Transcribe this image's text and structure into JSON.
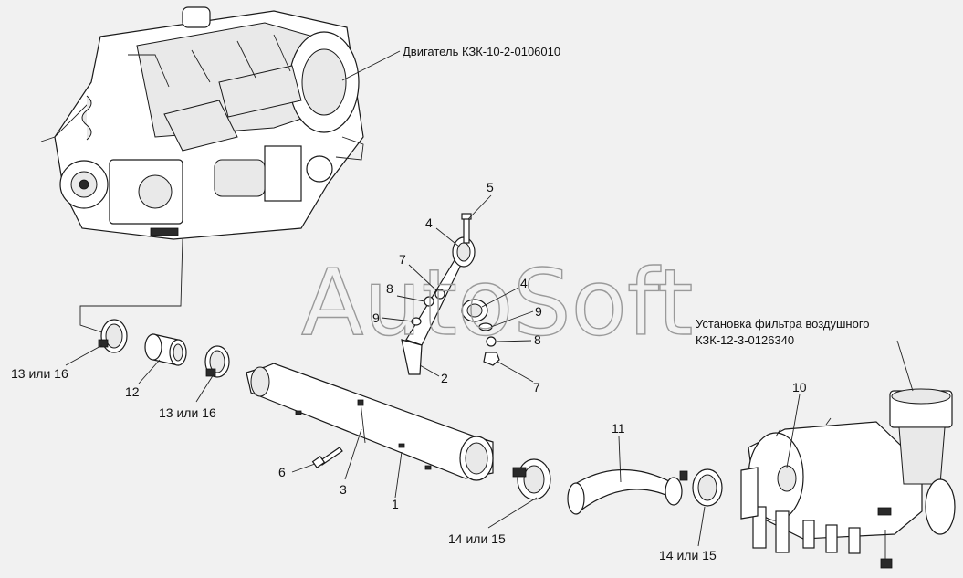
{
  "captions": {
    "engine": "Двигатель КЗК-10-2-0106010",
    "filter_line1": "Установка фильтра воздушного",
    "filter_line2": "КЗК-12-3-0126340"
  },
  "watermark": "AutoSoft",
  "callouts": {
    "c13a": "13 или 16",
    "c12": "12",
    "c13b": "13 или 16",
    "c6": "6",
    "c3": "3",
    "c1": "1",
    "c14a": "14 или 15",
    "c11": "11",
    "c14b": "14 или 15",
    "c10": "10",
    "c5": "5",
    "c4a": "4",
    "c7a": "7",
    "c8a": "8",
    "c9a": "9",
    "c4b": "4",
    "c9b": "9",
    "c8b": "8",
    "c7b": "7",
    "c2": "2"
  }
}
